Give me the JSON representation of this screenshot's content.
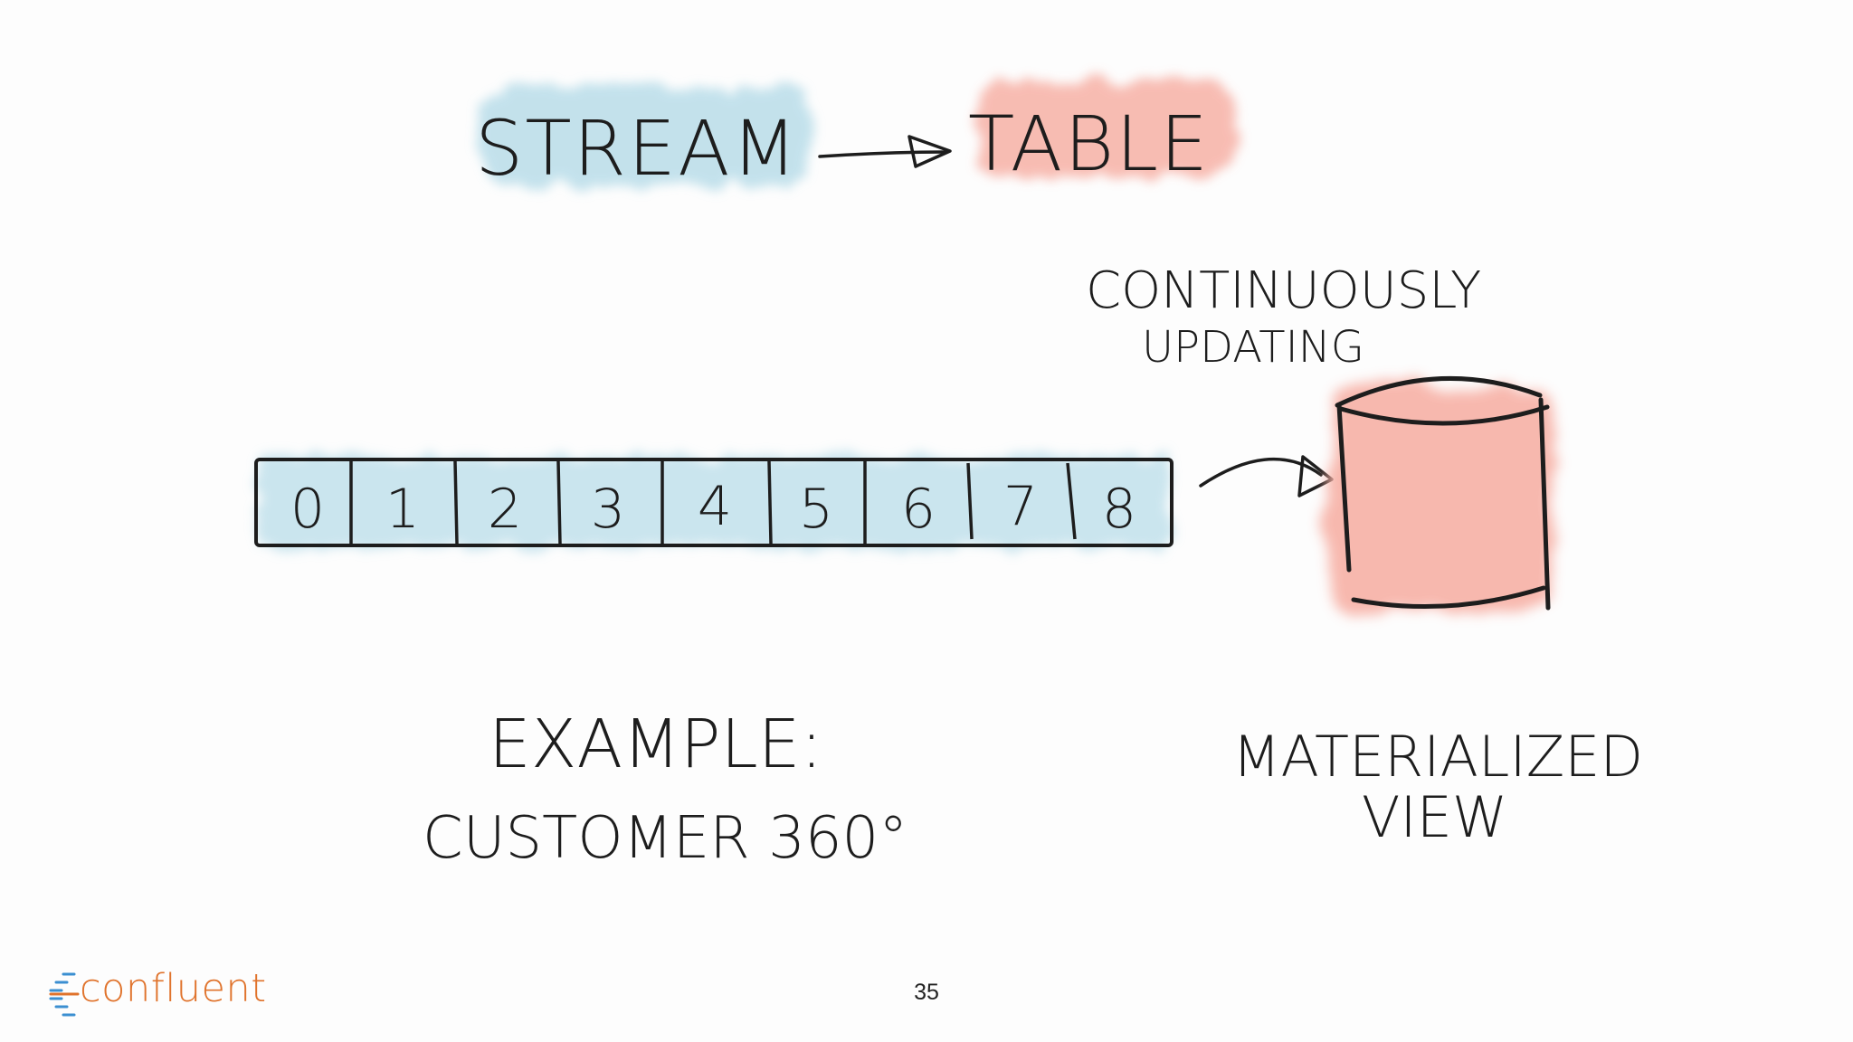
{
  "slide": {
    "title_left": "STREAM",
    "title_right": "TABLE",
    "annotation_top": [
      "CONTINUOUSLY",
      "UPDATING"
    ],
    "stream_cells": [
      "0",
      "1",
      "2",
      "3",
      "4",
      "5",
      "6",
      "7",
      "8"
    ],
    "example_label": "EXAMPLE:",
    "example_value": "CUSTOMER 360°",
    "table_label": [
      "MATERIALIZED",
      "VIEW"
    ],
    "page_number": "35"
  },
  "brand": {
    "name": "confluent",
    "accent_color": "#e0732c",
    "mark_color": "#3b8fd1"
  },
  "colors": {
    "stream_wash": "#b9dde9",
    "table_wash": "#f7b1a6",
    "ink": "#1d1d1d"
  }
}
